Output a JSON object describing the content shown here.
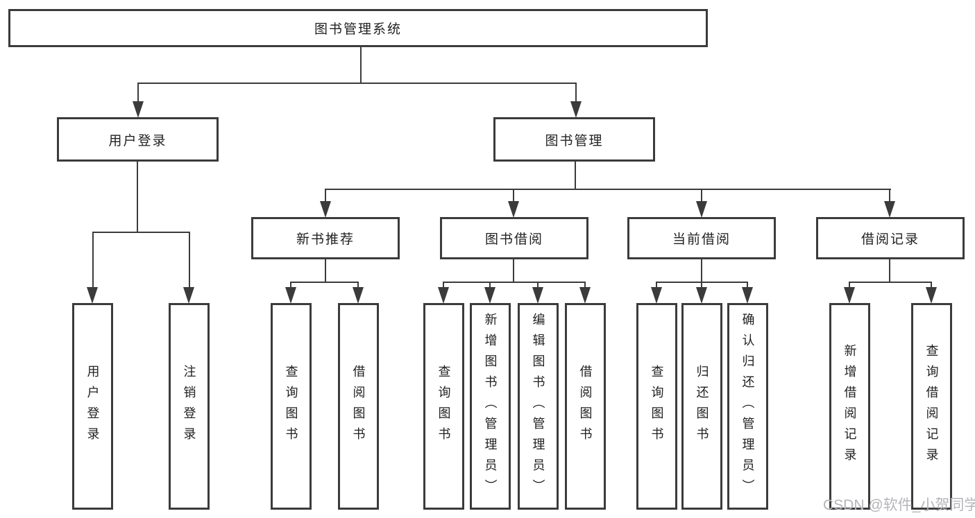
{
  "diagram": {
    "title": "图书管理系统",
    "branches": [
      {
        "label": "用户登录",
        "children": [
          {
            "label": "用户登录"
          },
          {
            "label": "注销登录"
          }
        ]
      },
      {
        "label": "图书管理",
        "children": [
          {
            "label": "新书推荐",
            "children": [
              {
                "label": "查询图书"
              },
              {
                "label": "借阅图书"
              }
            ]
          },
          {
            "label": "图书借阅",
            "children": [
              {
                "label": "查询图书"
              },
              {
                "label": "新增图书（管理员）"
              },
              {
                "label": "编辑图书（管理员）"
              },
              {
                "label": "借阅图书"
              }
            ]
          },
          {
            "label": "当前借阅",
            "children": [
              {
                "label": "查询图书"
              },
              {
                "label": "归还图书"
              },
              {
                "label": "确认归还（管理员）"
              }
            ]
          },
          {
            "label": "借阅记录",
            "children": [
              {
                "label": "新增借阅记录"
              },
              {
                "label": "查询借阅记录"
              }
            ]
          }
        ]
      }
    ]
  },
  "watermark": {
    "text": "CSDN @软件_小贺同学"
  },
  "colors": {
    "line": "#3b3b3b",
    "text": "#212121",
    "watermark": "#b5b5ba",
    "background": "#ffffff"
  }
}
